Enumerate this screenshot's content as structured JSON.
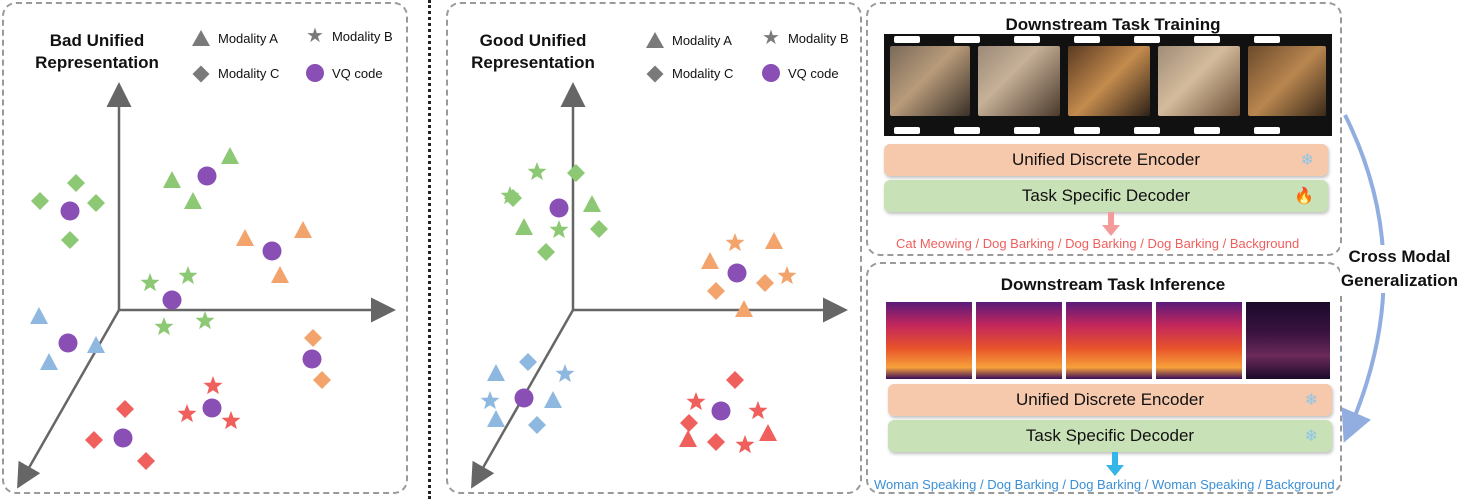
{
  "left_panel": {
    "title_line1": "Bad Unified",
    "title_line2": "Representation"
  },
  "mid_panel": {
    "title_line1": "Good Unified",
    "title_line2": "Representation"
  },
  "legend": {
    "modality_a": "Modality A",
    "modality_b": "Modality B",
    "modality_c": "Modality C",
    "vq_code": "VQ code"
  },
  "colors": {
    "green": "#8dc874",
    "orange": "#f3a46d",
    "blue": "#8fb8e0",
    "red": "#ef5f5c",
    "purple": "#8a4fb5",
    "legend_gray": "#7a7a7a",
    "arrow_blue": "#92aee0"
  },
  "training": {
    "title": "Downstream Task Training",
    "encoder_label": "Unified Discrete Encoder",
    "decoder_label": "Task Specific Decoder",
    "encoder_icon": "snowflake-icon",
    "decoder_icon": "fire-icon",
    "output_labels": "Cat Meowing /  Dog Barking /  Dog Barking /  Dog Barking /   Background"
  },
  "inference": {
    "title": "Downstream Task Inference",
    "encoder_label": "Unified Discrete Encoder",
    "decoder_label": "Task Specific Decoder",
    "encoder_icon": "snowflake-icon",
    "decoder_icon": "snowflake-icon",
    "output_labels": "Woman Speaking / Dog Barking / Dog Barking / Woman Speaking / Background"
  },
  "cross_modal": {
    "line1": "Cross Modal",
    "line2": "Generalization"
  }
}
